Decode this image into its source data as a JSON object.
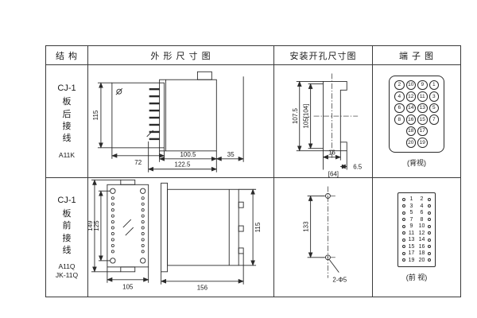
{
  "header": {
    "col_structure": "结  构",
    "col_outline": "外 形 尺 寸 图",
    "col_install": "安装开孔尺寸图",
    "col_terminal": "端 子 图"
  },
  "row1": {
    "structure": {
      "model": "CJ-1",
      "wiring": "板\n后\n接\n线",
      "code": "A11K"
    },
    "outline": {
      "height": "115",
      "width": "72",
      "body": "100.5",
      "total": "122.5",
      "depth": "35"
    },
    "install": {
      "cutout_height": "107.5",
      "hole_spacing": "105[104]",
      "dim_a": "16",
      "dim_b": "6.5",
      "dim_c": "[64]"
    },
    "terminal": {
      "caption": "(背视)",
      "rows": [
        [
          "2",
          "10",
          "9",
          "1"
        ],
        [
          "4",
          "12",
          "11",
          "3"
        ],
        [
          "6",
          "14",
          "13",
          "5"
        ],
        [
          "8",
          "16",
          "15",
          "7"
        ],
        [
          "18",
          "17"
        ],
        [
          "20",
          "19"
        ]
      ]
    }
  },
  "row2": {
    "structure": {
      "model": "CJ-1",
      "wiring": "板\n前\n接\n线",
      "code": "A11Q",
      "code2": "JK-11Q"
    },
    "outline": {
      "height_outer": "149",
      "hole_spacing": "125",
      "width": "105",
      "depth": "156",
      "height_side": "115"
    },
    "install": {
      "hole_spacing": "133",
      "hole_note": "2-Φ5"
    },
    "terminal": {
      "caption": "(前 视)",
      "rows": [
        [
          "1",
          "2"
        ],
        [
          "3",
          "4"
        ],
        [
          "5",
          "6"
        ],
        [
          "7",
          "8"
        ],
        [
          "9",
          "10"
        ],
        [
          "11",
          "12"
        ],
        [
          "13",
          "14"
        ],
        [
          "15",
          "16"
        ],
        [
          "17",
          "18"
        ],
        [
          "19",
          "20"
        ]
      ]
    }
  }
}
